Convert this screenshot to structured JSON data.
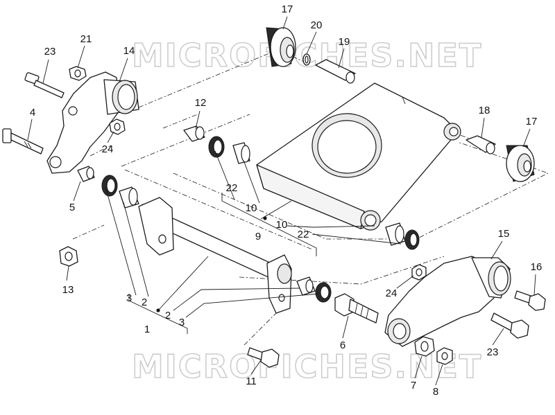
{
  "watermark": {
    "text": "MICROFICHES.NET"
  },
  "callouts": {
    "c1": "1",
    "c2a": "2",
    "c2b": "2",
    "c3a": "3",
    "c3b": "3",
    "c4": "4",
    "c5": "5",
    "c6": "6",
    "c7": "7",
    "c8": "8",
    "c9": "9",
    "c10a": "10",
    "c10b": "10",
    "c11": "11",
    "c12": "12",
    "c13": "13",
    "c14": "14",
    "c15": "15",
    "c16": "16",
    "c17a": "17",
    "c17b": "17",
    "c18": "18",
    "c19": "19",
    "c20": "20",
    "c21": "21",
    "c22a": "22",
    "c22b": "22",
    "c23a": "23",
    "c23b": "23",
    "c24a": "24",
    "c24b": "24"
  }
}
